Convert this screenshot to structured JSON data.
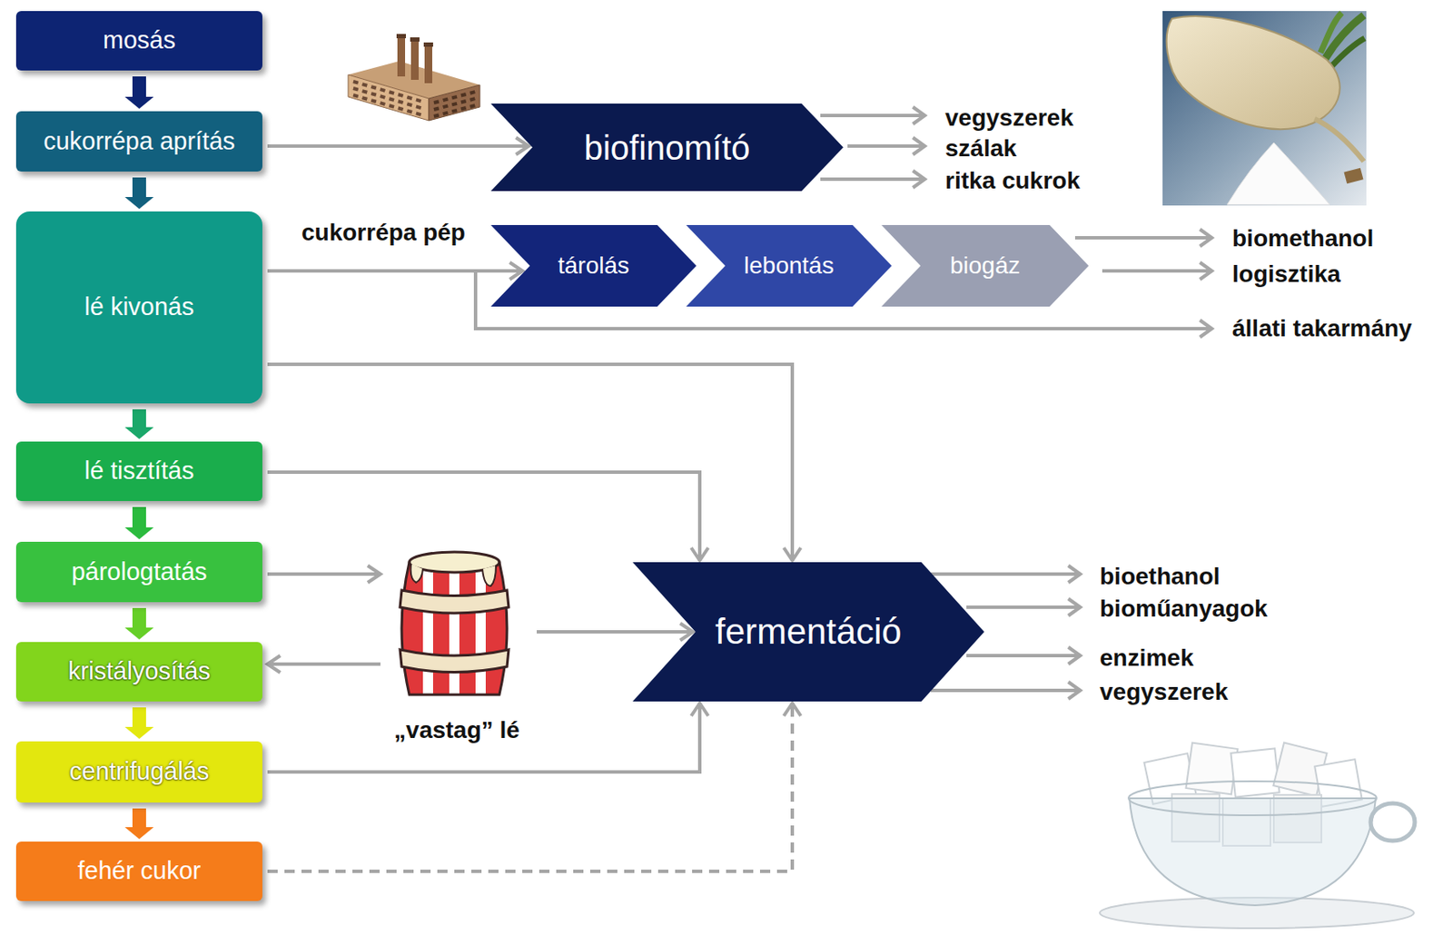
{
  "diagram": {
    "nodes": [
      {
        "text": [
          "mosás"
        ]
      },
      {
        "text": [
          "cukorrépa aprítás"
        ]
      },
      {
        "text": [
          "lé kivonás"
        ]
      },
      {
        "text": [
          "lé tisztítás"
        ]
      },
      {
        "text": [
          "párologtatás"
        ]
      },
      {
        "text": [
          "kristályosítás"
        ]
      },
      {
        "text": [
          "centrifugálás"
        ]
      },
      {
        "text": [
          "fehér cukor"
        ]
      },
      {
        "text": [
          "biofinomító"
        ]
      },
      {
        "text": [
          "tárolás"
        ]
      },
      {
        "text": [
          "lebontás"
        ]
      },
      {
        "text": [
          "biogáz"
        ]
      },
      {
        "text": [
          "„vastag” lé"
        ]
      },
      {
        "text": [
          "fermentáció"
        ]
      }
    ],
    "edges": [
      {
        "from": 0,
        "to": 1,
        "arrow": "to"
      },
      {
        "from": 1,
        "to": 2,
        "arrow": "to"
      },
      {
        "from": 2,
        "to": 3,
        "arrow": "to"
      },
      {
        "from": 3,
        "to": 4,
        "arrow": "to"
      },
      {
        "from": 4,
        "to": 5,
        "arrow": "to"
      },
      {
        "from": 5,
        "to": 6,
        "arrow": "to"
      },
      {
        "from": 6,
        "to": 7,
        "arrow": "to"
      },
      {
        "from": 1,
        "to": 8,
        "arrow": "to"
      },
      {
        "from": 2,
        "to": 9,
        "label": "cukorrépa pép",
        "arrow": "to"
      },
      {
        "from": 2,
        "to": 13,
        "arrow": "to"
      },
      {
        "from": 3,
        "to": 13,
        "arrow": "to"
      },
      {
        "from": 4,
        "to": 12,
        "arrow": "to"
      },
      {
        "from": 12,
        "to": 5,
        "arrow": "to"
      },
      {
        "from": 12,
        "to": 13,
        "arrow": "to"
      },
      {
        "from": 6,
        "to": 13,
        "arrow": "to"
      },
      {
        "from": 7,
        "to": 13,
        "arrow": "to"
      }
    ],
    "labels": [
      "vegyszerek",
      "szálak",
      "ritka cukrok",
      "biomethanol",
      "logisztika",
      "állati takarmány",
      "bioethanol",
      "bioműanyagok",
      "enzimek",
      "vegyszerek"
    ]
  }
}
